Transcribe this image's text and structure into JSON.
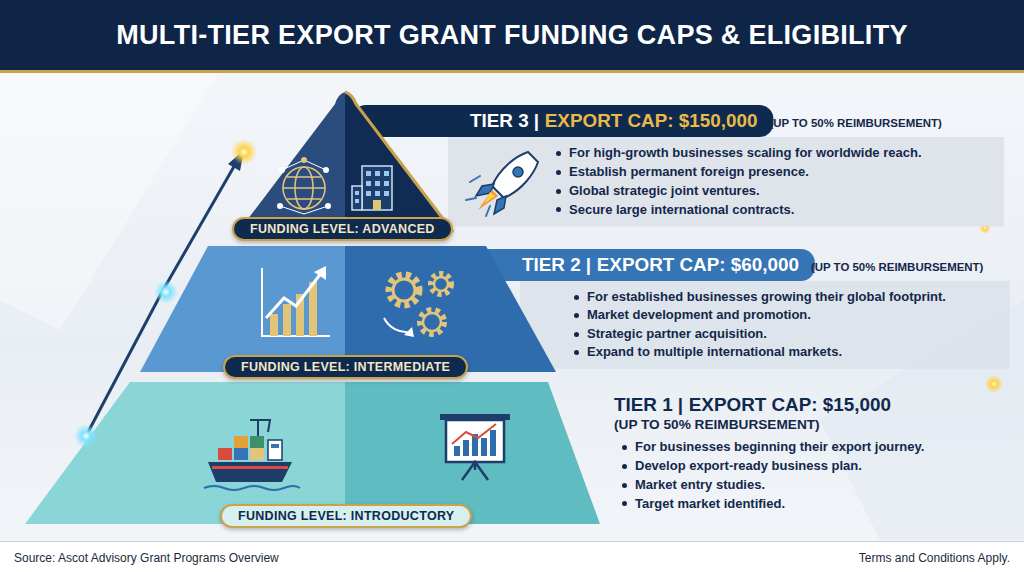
{
  "diagram": {
    "title": "MULTI-TIER EXPORT GRANT FUNDING CAPS & ELIGIBILITY",
    "nodes": [
      {
        "text": [
          "FUNDING LEVEL: ADVANCED"
        ]
      },
      {
        "text": [
          "TIER 3 |",
          "EXPORT CAP: $150,000",
          "(UP TO 50% REIMBURSEMENT)",
          "For high-growth businesses scaling for worldwide reach.",
          "Establish permanent foreign presence.",
          "Global strategic joint ventures.",
          "Secure large international contracts."
        ]
      },
      {
        "text": [
          "FUNDING LEVEL: INTERMEDIATE"
        ]
      },
      {
        "text": [
          "TIER 2 |",
          "EXPORT CAP: $60,000",
          "(UP TO 50% REIMBURSEMENT)",
          "For established businesses growing their global footprint.",
          "Market development and promotion.",
          "Strategic partner acquisition.",
          "Expand to multiple international markets."
        ]
      },
      {
        "text": [
          "FUNDING LEVEL: INTRODUCTORY"
        ]
      },
      {
        "text": [
          "TIER 1 |",
          "EXPORT CAP: $15,000",
          "(UP TO 50% REIMBURSEMENT)",
          "For businesses beginning their export journey.",
          "Develop export-ready business plan.",
          "Market entry studies.",
          "Target market identified."
        ]
      }
    ],
    "labels": [
      "Source: Ascot Advisory Grant Programs Overview",
      "Terms and Conditions Apply."
    ]
  }
}
